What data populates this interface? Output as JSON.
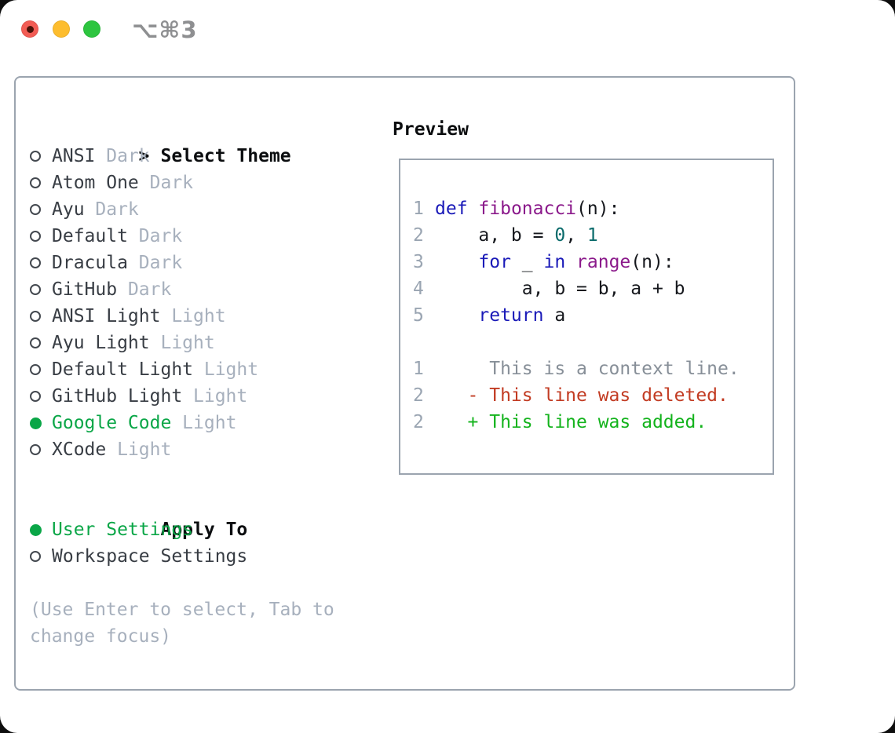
{
  "window": {
    "title": "⌥⌘3"
  },
  "titlebar": {
    "buttons": [
      {
        "name": "close",
        "color": "#f25c54",
        "has_dot": true
      },
      {
        "name": "minimize",
        "color": "#fdbd2e",
        "has_dot": false
      },
      {
        "name": "maximize",
        "color": "#2dc53f",
        "has_dot": false
      }
    ]
  },
  "theme_panel": {
    "header": {
      "marker": ">",
      "label": "Select Theme"
    },
    "themes": [
      {
        "name": "ANSI",
        "variant": "Dark",
        "selected": false
      },
      {
        "name": "Atom One",
        "variant": "Dark",
        "selected": false
      },
      {
        "name": "Ayu",
        "variant": "Dark",
        "selected": false
      },
      {
        "name": "Default",
        "variant": "Dark",
        "selected": false
      },
      {
        "name": "Dracula",
        "variant": "Dark",
        "selected": false
      },
      {
        "name": "GitHub",
        "variant": "Dark",
        "selected": false
      },
      {
        "name": "ANSI Light",
        "variant": "Light",
        "selected": false
      },
      {
        "name": "Ayu Light",
        "variant": "Light",
        "selected": false
      },
      {
        "name": "Default Light",
        "variant": "Light",
        "selected": false
      },
      {
        "name": "GitHub Light",
        "variant": "Light",
        "selected": false
      },
      {
        "name": "Google Code",
        "variant": "Light",
        "selected": true
      },
      {
        "name": "XCode",
        "variant": "Light",
        "selected": false
      }
    ],
    "apply_to": {
      "label": "Apply To",
      "options": [
        {
          "name": "User Settings",
          "selected": true
        },
        {
          "name": "Workspace Settings",
          "selected": false
        }
      ]
    },
    "help_lines": [
      "(Use Enter to select, Tab to",
      "change focus)"
    ]
  },
  "preview": {
    "label": "Preview",
    "lines": [
      {
        "kind": "code",
        "number": "1",
        "parts": [
          {
            "t": "def",
            "c": "kw"
          },
          {
            "t": " ",
            "c": "pl"
          },
          {
            "t": "fibonacci",
            "c": "fn"
          },
          {
            "t": "(n):",
            "c": "pl"
          }
        ]
      },
      {
        "kind": "code",
        "number": "2",
        "parts": [
          {
            "t": "    a, b = ",
            "c": "pl"
          },
          {
            "t": "0",
            "c": "lit"
          },
          {
            "t": ", ",
            "c": "pl"
          },
          {
            "t": "1",
            "c": "lit"
          }
        ]
      },
      {
        "kind": "code",
        "number": "3",
        "parts": [
          {
            "t": "    ",
            "c": "pl"
          },
          {
            "t": "for",
            "c": "kw"
          },
          {
            "t": " _ ",
            "c": "pl"
          },
          {
            "t": "in",
            "c": "kw"
          },
          {
            "t": " ",
            "c": "pl"
          },
          {
            "t": "range",
            "c": "fn"
          },
          {
            "t": "(n):",
            "c": "pl"
          }
        ]
      },
      {
        "kind": "code",
        "number": "4",
        "parts": [
          {
            "t": "        a, b = b, a + b",
            "c": "pl"
          }
        ]
      },
      {
        "kind": "code",
        "number": "5",
        "parts": [
          {
            "t": "    ",
            "c": "pl"
          },
          {
            "t": "return",
            "c": "kw"
          },
          {
            "t": " a",
            "c": "pl"
          }
        ]
      },
      {
        "kind": "blank",
        "number": "",
        "parts": []
      },
      {
        "kind": "context",
        "number": "1",
        "parts": [
          {
            "t": "     This is a context line.",
            "c": "ctx"
          }
        ]
      },
      {
        "kind": "deleted",
        "number": "2",
        "parts": [
          {
            "t": "   - This line was deleted.",
            "c": "del"
          }
        ]
      },
      {
        "kind": "added",
        "number": "2",
        "parts": [
          {
            "t": "   + This line was added.",
            "c": "add"
          }
        ]
      }
    ]
  },
  "colors": {
    "panel_border": "#9ba4af",
    "selection_green": "#0aa647",
    "muted_gray": "#a7b0bd",
    "dark_text": "#383d44",
    "keyword_blue": "#1a1ab8",
    "function_purple": "#8b1a8b",
    "number_teal": "#0a6b6b",
    "line_number_gray": "#9aa5b2",
    "context_gray": "#878f98",
    "deleted_red": "#c23b22",
    "added_green": "#13b31c",
    "traffic_red": "#f25c54",
    "traffic_yellow": "#fdbd2e",
    "traffic_green": "#2dc53f",
    "title_gray": "#8e8f91"
  }
}
